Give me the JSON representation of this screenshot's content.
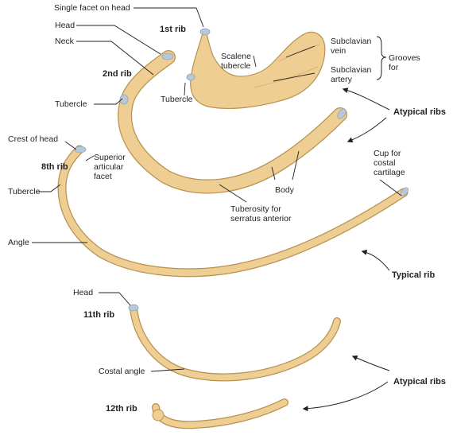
{
  "ribs": {
    "first": "1st rib",
    "second": "2nd rib",
    "eighth": "8th rib",
    "eleventh": "11th rib",
    "twelfth": "12th rib"
  },
  "labels": {
    "single_facet": "Single facet on head",
    "head_top": "Head",
    "neck": "Neck",
    "tubercle_2nd": "Tubercle",
    "scalene_1": "Scalene",
    "scalene_2": "tubercle",
    "tubercle_1st": "Tubercle",
    "subclavian_vein_1": "Subclavian",
    "subclavian_vein_2": "vein",
    "subclavian_artery_1": "Subclavian",
    "subclavian_artery_2": "artery",
    "grooves_1": "Grooves",
    "grooves_2": "for",
    "atypical_top": "Atypical ribs",
    "crest_of_head": "Crest of head",
    "superior_facet_1": "Superior",
    "superior_facet_2": "articular",
    "superior_facet_3": "facet",
    "tubercle_8th": "Tubercle",
    "angle": "Angle",
    "body": "Body",
    "tuberosity_1": "Tuberosity for",
    "tuberosity_2": "serratus anterior",
    "cup_1": "Cup for",
    "cup_2": "costal",
    "cup_3": "cartilage",
    "typical": "Typical rib",
    "head_11": "Head",
    "costal_angle": "Costal angle",
    "atypical_bottom": "Atypical ribs"
  },
  "colors": {
    "bone_fill": "#efce93",
    "bone_edge": "#b8924e",
    "cartilage": "#b7c9d9",
    "text": "#231f20"
  }
}
